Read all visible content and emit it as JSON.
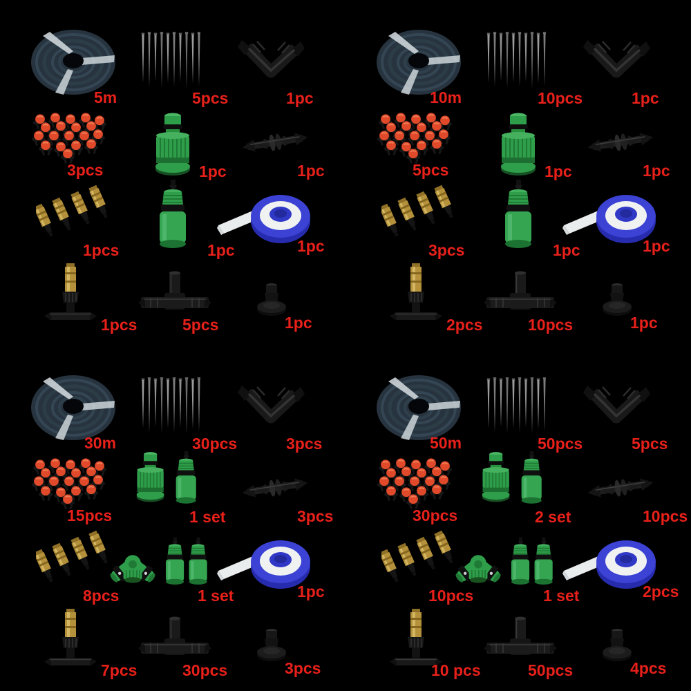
{
  "background": "#000000",
  "label_color": "#e8201a",
  "collage": "drip-irrigation-kit-size-options",
  "kits": [
    {
      "id": "kit-5m",
      "items": [
        {
          "name": "hose-coil",
          "qty": "5m"
        },
        {
          "name": "drip-pins",
          "qty": "5pcs"
        },
        {
          "name": "elbow-connector",
          "qty": "1pc"
        },
        {
          "name": "micro-drippers",
          "qty": "3pcs"
        },
        {
          "name": "tap-connector",
          "qty": "1pc"
        },
        {
          "name": "barb-coupling",
          "qty": "1pc"
        },
        {
          "name": "brass-mist-nozzles",
          "qty": "1pcs"
        },
        {
          "name": "quick-connector",
          "qty": "1pc"
        },
        {
          "name": "teflon-tape",
          "qty": "1pc"
        },
        {
          "name": "mist-sprayer-tee",
          "qty": "1pcs"
        },
        {
          "name": "tee-connector",
          "qty": "5pcs"
        },
        {
          "name": "end-plug",
          "qty": "1pc"
        }
      ]
    },
    {
      "id": "kit-10m",
      "items": [
        {
          "name": "hose-coil",
          "qty": "10m"
        },
        {
          "name": "drip-pins",
          "qty": "10pcs"
        },
        {
          "name": "elbow-connector",
          "qty": "1pc"
        },
        {
          "name": "micro-drippers",
          "qty": "5pcs"
        },
        {
          "name": "tap-connector",
          "qty": "1pc"
        },
        {
          "name": "barb-coupling",
          "qty": "1pc"
        },
        {
          "name": "brass-mist-nozzles",
          "qty": "3pcs"
        },
        {
          "name": "quick-connector",
          "qty": "1pc"
        },
        {
          "name": "teflon-tape",
          "qty": "1pc"
        },
        {
          "name": "mist-sprayer-tee",
          "qty": "2pcs"
        },
        {
          "name": "tee-connector",
          "qty": "10pcs"
        },
        {
          "name": "end-plug",
          "qty": "1pc"
        }
      ]
    },
    {
      "id": "kit-30m",
      "items": [
        {
          "name": "hose-coil",
          "qty": "30m"
        },
        {
          "name": "drip-pins",
          "qty": "30pcs"
        },
        {
          "name": "elbow-connector",
          "qty": "3pcs"
        },
        {
          "name": "micro-drippers",
          "qty": "15pcs"
        },
        {
          "name": "tap-quick-connector-set",
          "qty": "1 set"
        },
        {
          "name": "barb-coupling",
          "qty": "3pcs"
        },
        {
          "name": "brass-mist-nozzles",
          "qty": "8pcs"
        },
        {
          "name": "y-splitter-quick-connector-set",
          "qty": "1 set"
        },
        {
          "name": "teflon-tape",
          "qty": "1pc"
        },
        {
          "name": "mist-sprayer-tee",
          "qty": "7pcs"
        },
        {
          "name": "tee-connector",
          "qty": "30pcs"
        },
        {
          "name": "end-plug",
          "qty": "3pcs"
        }
      ]
    },
    {
      "id": "kit-50m",
      "items": [
        {
          "name": "hose-coil",
          "qty": "50m"
        },
        {
          "name": "drip-pins",
          "qty": "50pcs"
        },
        {
          "name": "elbow-connector",
          "qty": "5pcs"
        },
        {
          "name": "micro-drippers",
          "qty": "30pcs"
        },
        {
          "name": "tap-quick-connector-set",
          "qty": "2 set"
        },
        {
          "name": "barb-coupling",
          "qty": "10pcs"
        },
        {
          "name": "brass-mist-nozzles",
          "qty": "10pcs"
        },
        {
          "name": "y-splitter-quick-connector-set",
          "qty": "1 set"
        },
        {
          "name": "teflon-tape",
          "qty": "2pcs"
        },
        {
          "name": "mist-sprayer-tee",
          "qty": "10 pcs"
        },
        {
          "name": "tee-connector",
          "qty": "50pcs"
        },
        {
          "name": "end-plug",
          "qty": "4pcs"
        }
      ]
    }
  ]
}
